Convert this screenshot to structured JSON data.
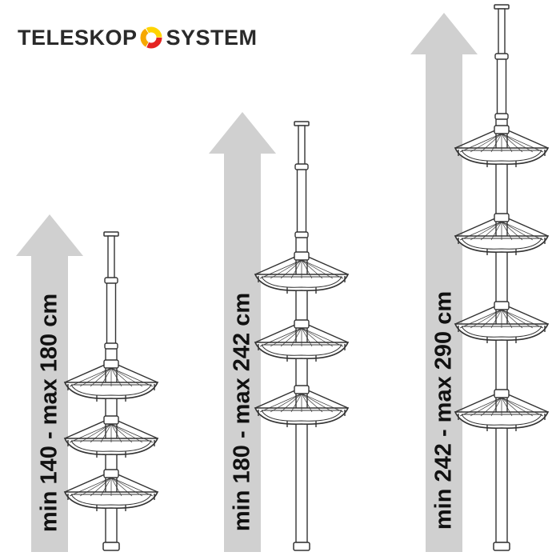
{
  "logo": {
    "left_text": "TELESKOP",
    "right_text": "SYSTEM",
    "mark_colors": [
      "#e52421",
      "#f6a800",
      "#ffd400"
    ]
  },
  "variants": [
    {
      "label": "min 140 - max 180 cm",
      "shelves": 3
    },
    {
      "label": "min 180 - max 242 cm",
      "shelves": 3
    },
    {
      "label": "min 242 - max 290 cm",
      "shelves": 4
    }
  ],
  "colors": {
    "arrow": "#d0d0d0",
    "line": "#333333",
    "text": "#111111"
  },
  "icons": [
    "teleskop-logo-icon",
    "height-arrow-icon",
    "telescopic-pole-icon",
    "corner-shelf-icon"
  ]
}
